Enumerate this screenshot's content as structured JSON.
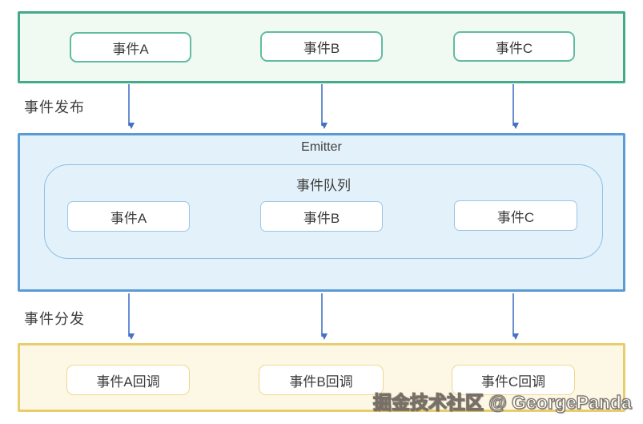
{
  "diagram": {
    "publisher_section": {
      "events": [
        "事件A",
        "事件B",
        "事件C"
      ]
    },
    "flow_labels": {
      "publish": "事件发布",
      "dispatch": "事件分发"
    },
    "emitter_section": {
      "title": "Emitter",
      "queue_title": "事件队列",
      "events": [
        "事件A",
        "事件B",
        "事件C"
      ]
    },
    "callback_section": {
      "events": [
        "事件A回调",
        "事件B回调",
        "事件C回调"
      ]
    },
    "watermark": "掘金技术社区 @ GeorgePanda",
    "colors": {
      "publisher_border": "#45a98c",
      "publisher_fill": "#f0f9f2",
      "emitter_border": "#5b9bd5",
      "emitter_fill": "#e3f1fa",
      "callback_border": "#e9cd6d",
      "callback_fill": "#fcf8e5",
      "arrow": "#4472c4",
      "text": "#3b3b3b"
    }
  }
}
